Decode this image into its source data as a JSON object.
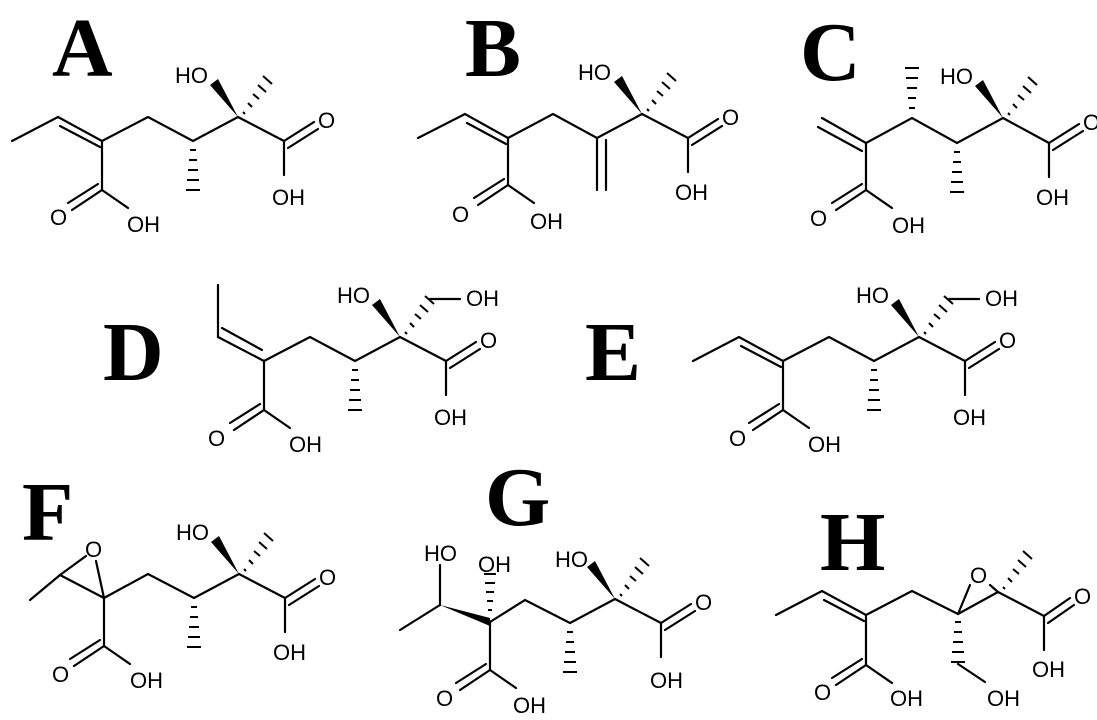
{
  "panels": [
    {
      "letter": "A",
      "labels": [
        "HO",
        "O",
        "OH",
        "O",
        "OH"
      ]
    },
    {
      "letter": "B",
      "labels": [
        "HO",
        "O",
        "OH",
        "O",
        "OH"
      ]
    },
    {
      "letter": "C",
      "labels": [
        "HO",
        "O",
        "OH",
        "O",
        "OH"
      ]
    },
    {
      "letter": "D",
      "labels": [
        "HO",
        "OH",
        "O",
        "OH",
        "O",
        "OH"
      ]
    },
    {
      "letter": "E",
      "labels": [
        "HO",
        "OH",
        "O",
        "OH",
        "O",
        "OH"
      ]
    },
    {
      "letter": "F",
      "labels": [
        "O",
        "HO",
        "O",
        "OH",
        "O",
        "OH"
      ]
    },
    {
      "letter": "G",
      "labels": [
        "HO",
        "OH",
        "HO",
        "O",
        "OH",
        "O",
        "OH"
      ]
    },
    {
      "letter": "H",
      "labels": [
        "O",
        "O",
        "OH",
        "O",
        "OH",
        "OH"
      ]
    }
  ]
}
